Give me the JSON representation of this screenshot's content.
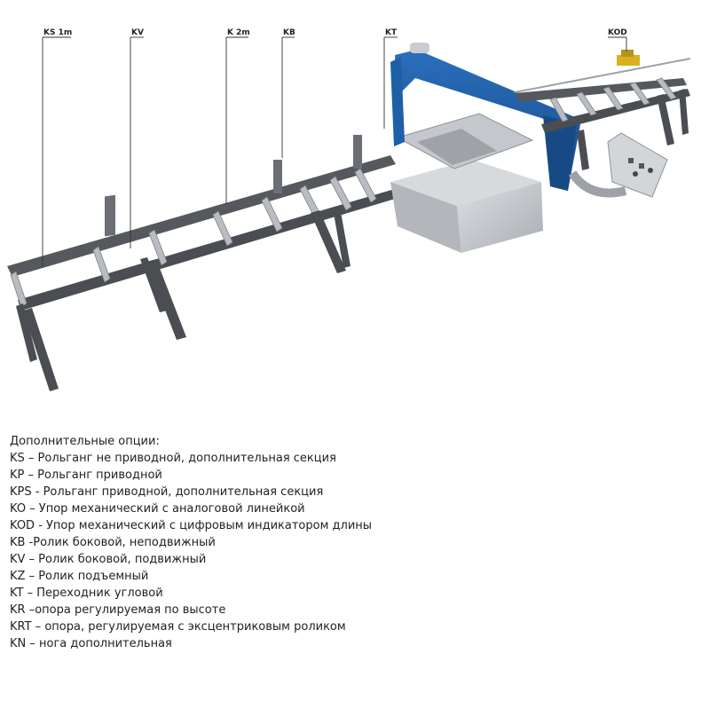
{
  "callouts": [
    {
      "id": "ks1m",
      "label": "KS 1m"
    },
    {
      "id": "kv",
      "label": "KV"
    },
    {
      "id": "k2m",
      "label": "K 2m"
    },
    {
      "id": "kb",
      "label": "KB"
    },
    {
      "id": "kt",
      "label": "KT"
    },
    {
      "id": "kod",
      "label": "KOD"
    }
  ],
  "legend": {
    "heading": "Дополнительные опции:",
    "items": [
      "KS – Рольганг не приводной, дополнительная секция",
      "KP – Рольганг приводной",
      "KPS - Рольганг приводной, дополнительная секция",
      "KO – Упор механический с аналоговой линейкой",
      "KOD - Упор механический с цифровым индикатором длины",
      "KB -Ролик боковой, неподвижный",
      "KV – Ролик боковой, подвижный",
      "KZ – Ролик подъемный",
      "KT – Переходник угловой",
      "KR –опора регулируемая по высоте",
      "KRT – опора, регулируемая с эксцентриковым роликом",
      "KN – нога дополнительная"
    ]
  },
  "colors": {
    "frame": "#4a4d52",
    "frame_light": "#6b6f75",
    "roller": "#b9bcc0",
    "saw_blue": "#1f5fa8",
    "saw_blue_dark": "#174a85",
    "machine_body": "#c9ccd0",
    "kod_yellow": "#d9b020"
  },
  "icons": [
    "bandsaw-machine",
    "roller-conveyor",
    "control-panel",
    "side-roller",
    "length-stop"
  ]
}
